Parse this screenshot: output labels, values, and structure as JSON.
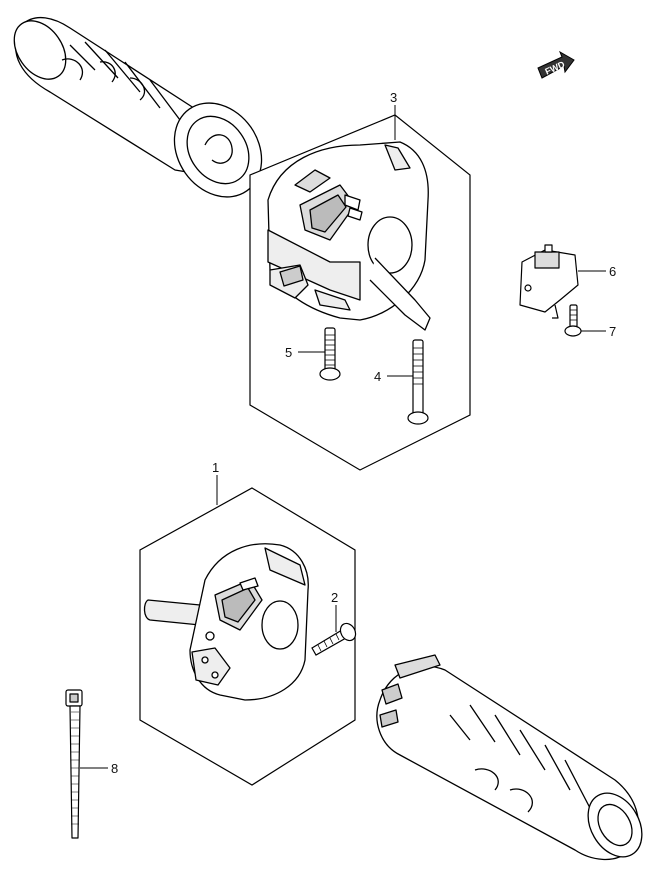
{
  "fwd_badge": {
    "label": "FWD"
  },
  "callouts": [
    {
      "id": "1",
      "part": "left-handlebar-switch-assembly"
    },
    {
      "id": "2",
      "part": "switch-screw"
    },
    {
      "id": "3",
      "part": "right-handlebar-switch-assembly"
    },
    {
      "id": "4",
      "part": "long-screw"
    },
    {
      "id": "5",
      "part": "short-screw"
    },
    {
      "id": "6",
      "part": "small-switch"
    },
    {
      "id": "7",
      "part": "small-screw"
    },
    {
      "id": "8",
      "part": "cable-tie"
    }
  ]
}
